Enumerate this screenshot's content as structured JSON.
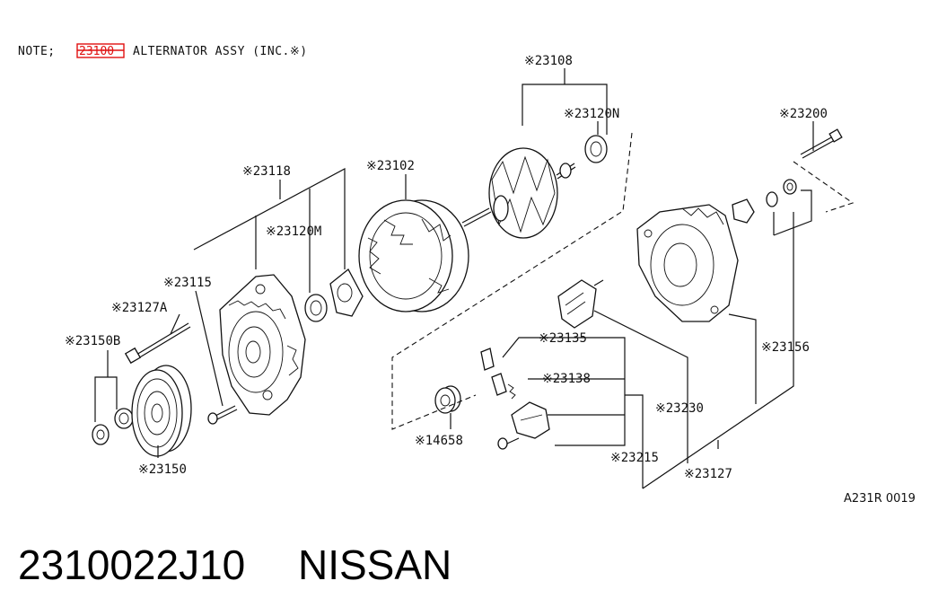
{
  "note": {
    "prefix": "NOTE;",
    "highlighted_part": "23100",
    "text": "ALTERNATOR ASSY (INC.※)",
    "highlight_color": "#e01010"
  },
  "parts": [
    {
      "id": "23108",
      "label": "※23108"
    },
    {
      "id": "23120N",
      "label": "※23120N"
    },
    {
      "id": "23200",
      "label": "※23200"
    },
    {
      "id": "23118",
      "label": "※23118"
    },
    {
      "id": "23102",
      "label": "※23102"
    },
    {
      "id": "23120M",
      "label": "※23120M"
    },
    {
      "id": "23115",
      "label": "※23115"
    },
    {
      "id": "23127A",
      "label": "※23127A"
    },
    {
      "id": "23150B",
      "label": "※23150B"
    },
    {
      "id": "23135",
      "label": "※23135"
    },
    {
      "id": "23156",
      "label": "※23156"
    },
    {
      "id": "23138",
      "label": "※23138"
    },
    {
      "id": "23230",
      "label": "※23230"
    },
    {
      "id": "14658",
      "label": "※14658"
    },
    {
      "id": "23215",
      "label": "※23215"
    },
    {
      "id": "23127",
      "label": "※23127"
    },
    {
      "id": "23150",
      "label": "※23150"
    }
  ],
  "diagram_ref": "A231R 0019",
  "part_number": "2310022J10",
  "brand": "NISSAN"
}
